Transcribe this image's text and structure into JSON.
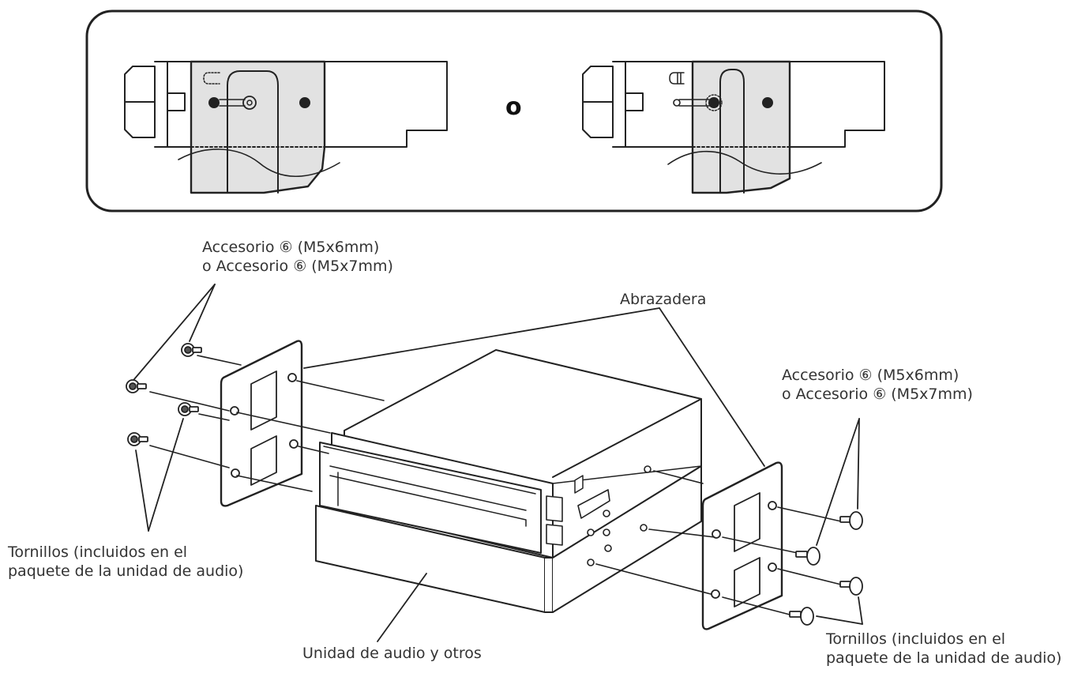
{
  "inset": {
    "separator": "o"
  },
  "labels": {
    "acc_left_1": "Accesorio ⑥ (M5x6mm)",
    "acc_left_2": "o Accesorio ⑥ (M5x7mm)",
    "acc_right_1": "Accesorio ⑥ (M5x6mm)",
    "acc_right_2": "o Accesorio ⑥ (M5x7mm)",
    "clamp": "Abrazadera",
    "screws_left_1": "Tornillos (incluidos en el",
    "screws_left_2": "paquete de la unidad de audio)",
    "screws_right_1": "Tornillos (incluidos en el",
    "screws_right_2": "paquete de la unidad de audio)",
    "unit": "Unidad de audio y otros"
  },
  "colors": {
    "line": "#222222",
    "bracket_fill": "#e2e2e2",
    "body_fill": "#ffffff"
  }
}
